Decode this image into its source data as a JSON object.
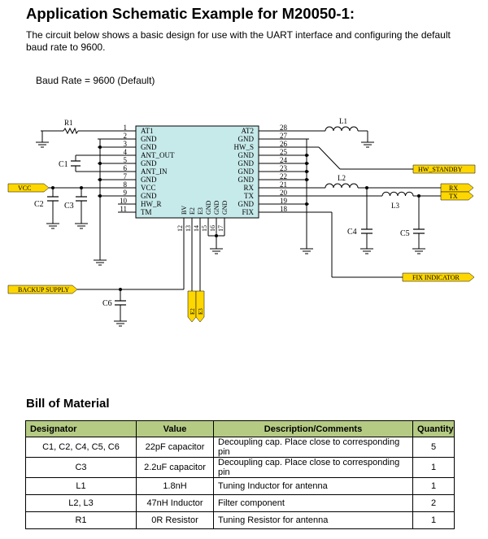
{
  "page": {
    "title": "Application Schematic Example for M20050-1:",
    "intro": "The circuit below shows a basic design for use with the UART interface and configuring the default baud rate  to 9600.",
    "baud_rate": "Baud Rate = 9600 (Default)"
  },
  "schematic": {
    "left_pins": [
      {
        "num": "1",
        "name": "AT1"
      },
      {
        "num": "2",
        "name": "GND"
      },
      {
        "num": "3",
        "name": "GND"
      },
      {
        "num": "4",
        "name": "ANT_OUT"
      },
      {
        "num": "5",
        "name": "GND"
      },
      {
        "num": "6",
        "name": "ANT_IN"
      },
      {
        "num": "7",
        "name": "GND"
      },
      {
        "num": "8",
        "name": "VCC"
      },
      {
        "num": "9",
        "name": "GND"
      },
      {
        "num": "10",
        "name": "HW_R"
      },
      {
        "num": "11",
        "name": "TM"
      }
    ],
    "right_pins": [
      {
        "num": "28",
        "name": "AT2"
      },
      {
        "num": "27",
        "name": "GND"
      },
      {
        "num": "26",
        "name": "HW_S"
      },
      {
        "num": "25",
        "name": "GND"
      },
      {
        "num": "24",
        "name": "GND"
      },
      {
        "num": "23",
        "name": "GND"
      },
      {
        "num": "22",
        "name": "GND"
      },
      {
        "num": "21",
        "name": "RX"
      },
      {
        "num": "20",
        "name": "TX"
      },
      {
        "num": "19",
        "name": "GND"
      },
      {
        "num": "18",
        "name": "FIX"
      }
    ],
    "bottom_pins": [
      {
        "num": "12",
        "name": "BV"
      },
      {
        "num": "13",
        "name": "E2"
      },
      {
        "num": "14",
        "name": "E3"
      },
      {
        "num": "15",
        "name": "GND"
      },
      {
        "num": "16",
        "name": "GND"
      },
      {
        "num": "17",
        "name": "GND"
      }
    ],
    "components": {
      "r1": "R1",
      "l1": "L1",
      "l2": "L2",
      "l3": "L3",
      "c1": "C1",
      "c2": "C2",
      "c3": "C3",
      "c4": "C4",
      "c5": "C5",
      "c6": "C6"
    },
    "nets": {
      "vcc": "VCC",
      "hw_standby": "HW_STANDBY",
      "rx": "RX",
      "tx": "TX",
      "fix_indicator": "FIX INDICATOR",
      "backup_supply": "BACKUP SUPPLY",
      "e2": "E2",
      "e3": "E3"
    },
    "colors": {
      "chip_fill": "#c6e9ea",
      "net_label": "#ffd700",
      "wire": "#000000"
    }
  },
  "bom": {
    "title": "Bill of Material",
    "headers": [
      "Designator",
      "Value",
      "Description/Comments",
      "Quantity"
    ],
    "rows": [
      [
        "C1, C2, C4, C5, C6",
        "22pF capacitor",
        "Decoupling cap. Place close to corresponding pin",
        "5"
      ],
      [
        "C3",
        "2.2uF capacitor",
        "Decoupling cap. Place close to corresponding pin",
        "1"
      ],
      [
        "L1",
        "1.8nH",
        "Tuning Inductor for antenna",
        "1"
      ],
      [
        "L2, L3",
        "47nH Inductor",
        "Filter component",
        "2"
      ],
      [
        "R1",
        "0R Resistor",
        "Tuning Resistor for antenna",
        "1"
      ]
    ],
    "header_color": "#b5cb83"
  }
}
